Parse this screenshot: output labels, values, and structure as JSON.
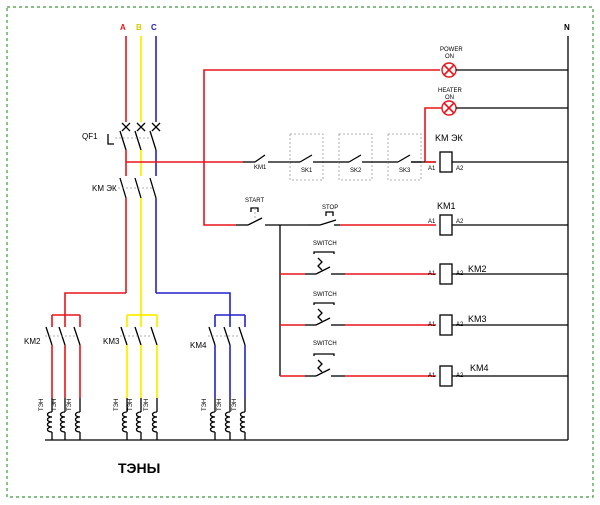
{
  "phases": {
    "a": "A",
    "b": "B",
    "c": "C",
    "n": "N",
    "a_color": "#e8141b",
    "b_color": "#ffee00",
    "c_color": "#2222cc"
  },
  "breaker": {
    "label": "QF1"
  },
  "contactors": {
    "km_ek": "KM ЭК",
    "km1": "KM1",
    "km2": "KM2",
    "km3": "KM3",
    "km4": "KM4"
  },
  "lamps": {
    "power": [
      "POWER",
      "ON"
    ],
    "heater": [
      "HEATER",
      "ON"
    ]
  },
  "thermostats": [
    "SK1",
    "SK2",
    "SK3"
  ],
  "buttons": {
    "start": "START",
    "stop": "STOP"
  },
  "switches": [
    "SWITCH",
    "SWITCH",
    "SWITCH"
  ],
  "coil_terminals": {
    "a1": "A1",
    "a2": "A2"
  },
  "heater_label": "ТЭН",
  "footer_title": "ТЭНЫ"
}
